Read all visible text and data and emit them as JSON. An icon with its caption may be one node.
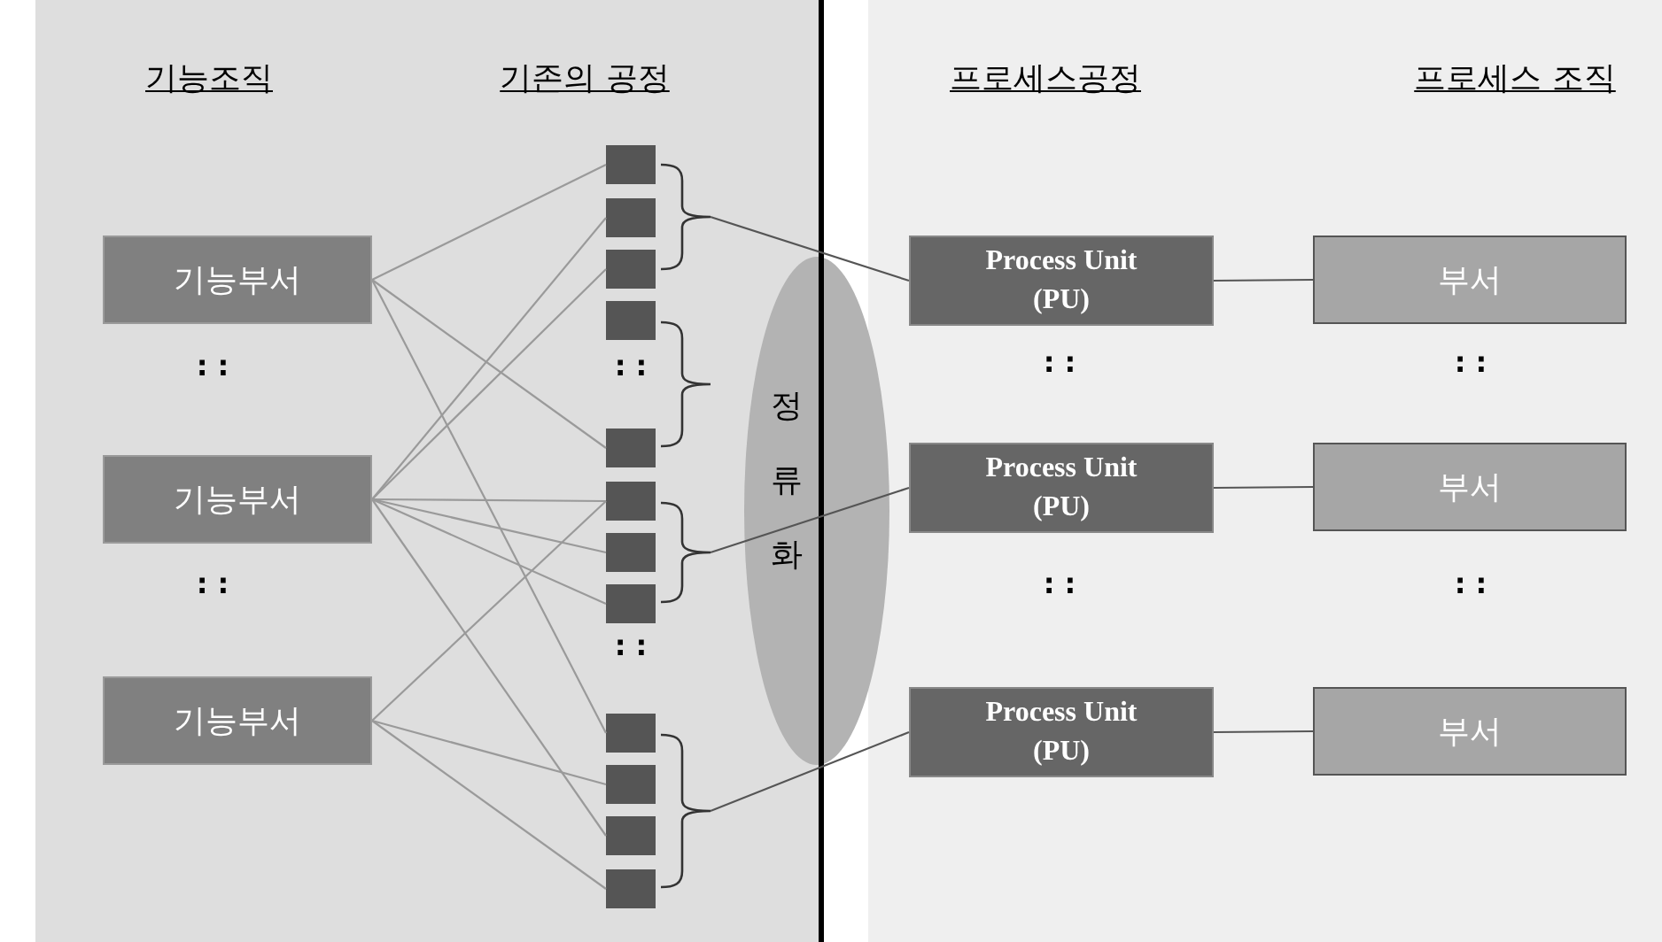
{
  "diagram": {
    "nodes": [
      {
        "text": [
          "기능부서"
        ]
      },
      {
        "text": [
          "기능부서"
        ]
      },
      {
        "text": [
          "기능부서"
        ]
      },
      {
        "text": [],
        "shape": "box"
      },
      {
        "text": [],
        "shape": "box"
      },
      {
        "text": [],
        "shape": "box"
      },
      {
        "text": [],
        "shape": "box"
      },
      {
        "text": [],
        "shape": "box"
      },
      {
        "text": [],
        "shape": "box"
      },
      {
        "text": [],
        "shape": "box"
      },
      {
        "text": [],
        "shape": "box"
      },
      {
        "text": [],
        "shape": "box"
      },
      {
        "text": [],
        "shape": "box"
      },
      {
        "text": [],
        "shape": "box"
      },
      {
        "text": [],
        "shape": "box"
      },
      {
        "text": [],
        "shape": "brace"
      },
      {
        "text": [],
        "shape": "brace"
      },
      {
        "text": [],
        "shape": "brace"
      },
      {
        "text": [],
        "shape": "brace"
      },
      {
        "text": [
          "Process Unit (PU)"
        ]
      },
      {
        "text": [
          "Process Unit (PU)"
        ]
      },
      {
        "text": [
          "Process Unit (PU)"
        ]
      },
      {
        "text": [
          "부서"
        ]
      },
      {
        "text": [
          "부서"
        ]
      },
      {
        "text": [
          "부서"
        ]
      }
    ],
    "edges": [
      {
        "from": 0,
        "to": 3,
        "arrow": "none"
      },
      {
        "from": 0,
        "to": 7,
        "arrow": "none"
      },
      {
        "from": 0,
        "to": 11,
        "arrow": "none"
      },
      {
        "from": 1,
        "to": 4,
        "arrow": "none"
      },
      {
        "from": 1,
        "to": 5,
        "arrow": "none"
      },
      {
        "from": 1,
        "to": 8,
        "arrow": "none"
      },
      {
        "from": 1,
        "to": 9,
        "arrow": "none"
      },
      {
        "from": 1,
        "to": 10,
        "arrow": "none"
      },
      {
        "from": 1,
        "to": 13,
        "arrow": "none"
      },
      {
        "from": 2,
        "to": 8,
        "arrow": "none"
      },
      {
        "from": 2,
        "to": 12,
        "arrow": "none"
      },
      {
        "from": 2,
        "to": 14,
        "arrow": "none"
      },
      {
        "from": 15,
        "to": 19,
        "arrow": "none",
        "color": "#555555"
      },
      {
        "from": 17,
        "to": 20,
        "arrow": "none",
        "color": "#555555"
      },
      {
        "from": 18,
        "to": 21,
        "arrow": "none",
        "color": "#555555"
      },
      {
        "from": 19,
        "to": 22,
        "arrow": "none",
        "color": "#555555"
      },
      {
        "from": 20,
        "to": 23,
        "arrow": "none",
        "color": "#555555"
      },
      {
        "from": 21,
        "to": 24,
        "arrow": "none",
        "color": "#555555"
      }
    ],
    "labels": [
      "기능조직",
      "기존의 공정",
      "프로세스공정",
      "프로세스 조직",
      ": :",
      ": :",
      ": :",
      ": :",
      "정류화",
      ": :",
      ": :",
      ": :",
      ": :"
    ]
  }
}
